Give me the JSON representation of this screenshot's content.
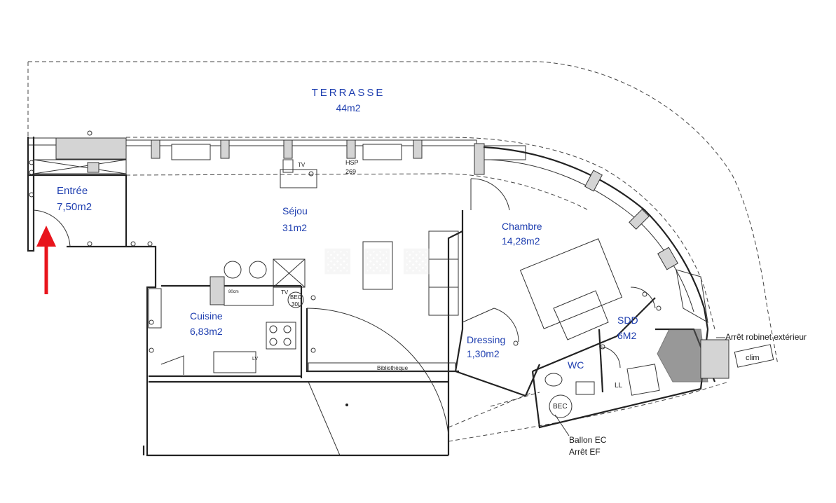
{
  "rooms": {
    "terrasse": {
      "name": "TERRASSE",
      "area": "44m2"
    },
    "entree": {
      "name": "Entrée",
      "area": "7,50m2"
    },
    "sejour": {
      "name": "Séjou",
      "area": "31m2"
    },
    "chambre": {
      "name": "Chambre",
      "area": "14,28m2"
    },
    "cuisine": {
      "name": "Cuisine",
      "area": "6,83m2"
    },
    "dressing": {
      "name": "Dressing",
      "area": "1,30m2"
    },
    "sdd": {
      "name": "SDD",
      "area": "6M2"
    },
    "wc": {
      "name": "WC"
    }
  },
  "fixtures": {
    "hsp": "HSP",
    "hsp_value": "269",
    "tv_top": "TV",
    "tv_kitchen": "TV",
    "bec_kitchen": "BEC",
    "bec_kitchen_volume": "30L",
    "bec_wc": "BEC",
    "bibliotheque": "Bibliothèque",
    "clim": "clim",
    "ll": "LL",
    "lv": "LV",
    "stove": "80cm"
  },
  "annotations": {
    "arret_robinet": "Arrêt robinet extérieur",
    "ballon_ec": "Ballon EC",
    "arret_ef": "Arrêt EF"
  },
  "colors": {
    "room_label": "#1f3fb0",
    "entry_arrow": "#e8141c",
    "wall": "#222222"
  },
  "icons": {
    "entry_arrow": "red-up-arrow-icon"
  }
}
